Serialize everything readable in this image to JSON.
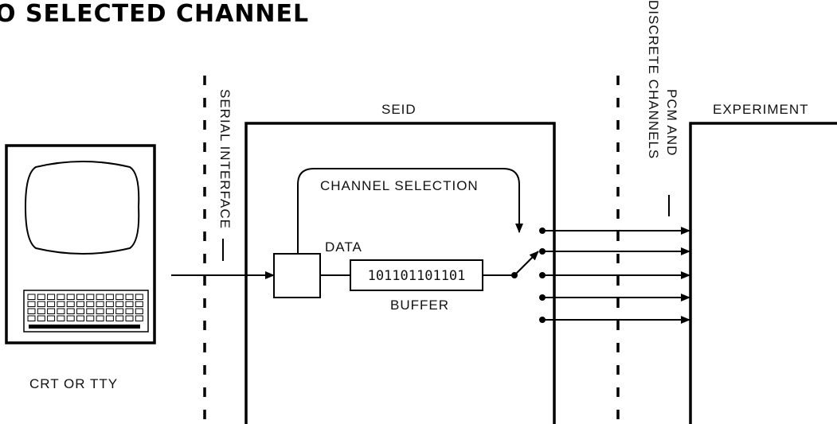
{
  "title": "O SELECTED CHANNEL",
  "labels": {
    "serial_interface": "SERIAL INTERFACE",
    "seid": "SEID",
    "pcm_line1": "DISCRETE CHANNELS",
    "pcm_line2": "PCM AND",
    "experiment": "EXPERIMENT",
    "channel_selection": "CHANNEL SELECTION",
    "data": "DATA",
    "buffer_bits": "101101101101",
    "buffer": "BUFFER",
    "terminal": "CRT OR TTY"
  }
}
